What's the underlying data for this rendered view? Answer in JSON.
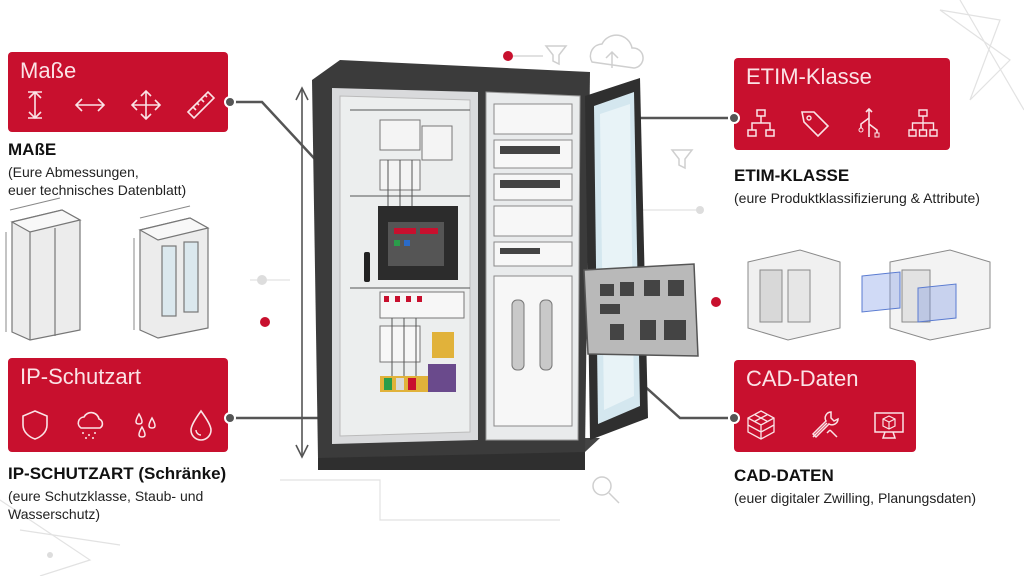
{
  "masse": {
    "card_title": "Maße",
    "heading": "MAßE",
    "desc_line1": "(Eure Abmessungen,",
    "desc_line2": "euer technisches Datenblatt)",
    "icons": [
      "vertical-arrow-icon",
      "horizontal-arrow-icon",
      "move-arrows-icon",
      "ruler-icon"
    ]
  },
  "ip": {
    "card_title": "IP-Schutzart",
    "heading": "IP-SCHUTZART (Schränke)",
    "desc_line1": "(eure Schutzklasse, Staub- und",
    "desc_line2": "Wasserschutz)",
    "icons": [
      "shield-icon",
      "dust-cloud-icon",
      "water-drops-icon",
      "water-drop-icon"
    ]
  },
  "etim": {
    "card_title": "ETIM-Klasse",
    "heading": "ETIM-KLASSE",
    "desc_line1": "(eure Produktklassifizierung & Attribute)",
    "icons": [
      "hierarchy-icon",
      "tag-icon",
      "usb-tree-icon",
      "org-chart-icon"
    ]
  },
  "cad": {
    "card_title": "CAD-Daten",
    "heading": "CAD-DATEN",
    "desc_line1": "(euer digitaler Zwilling, Planungsdaten)",
    "icons": [
      "cube-grid-icon",
      "tools-icon",
      "monitor-cube-icon"
    ]
  },
  "colors": {
    "accent_red": "#c8102e",
    "cabinet_dark": "#3b3b3b",
    "connector_grey": "#555555"
  }
}
